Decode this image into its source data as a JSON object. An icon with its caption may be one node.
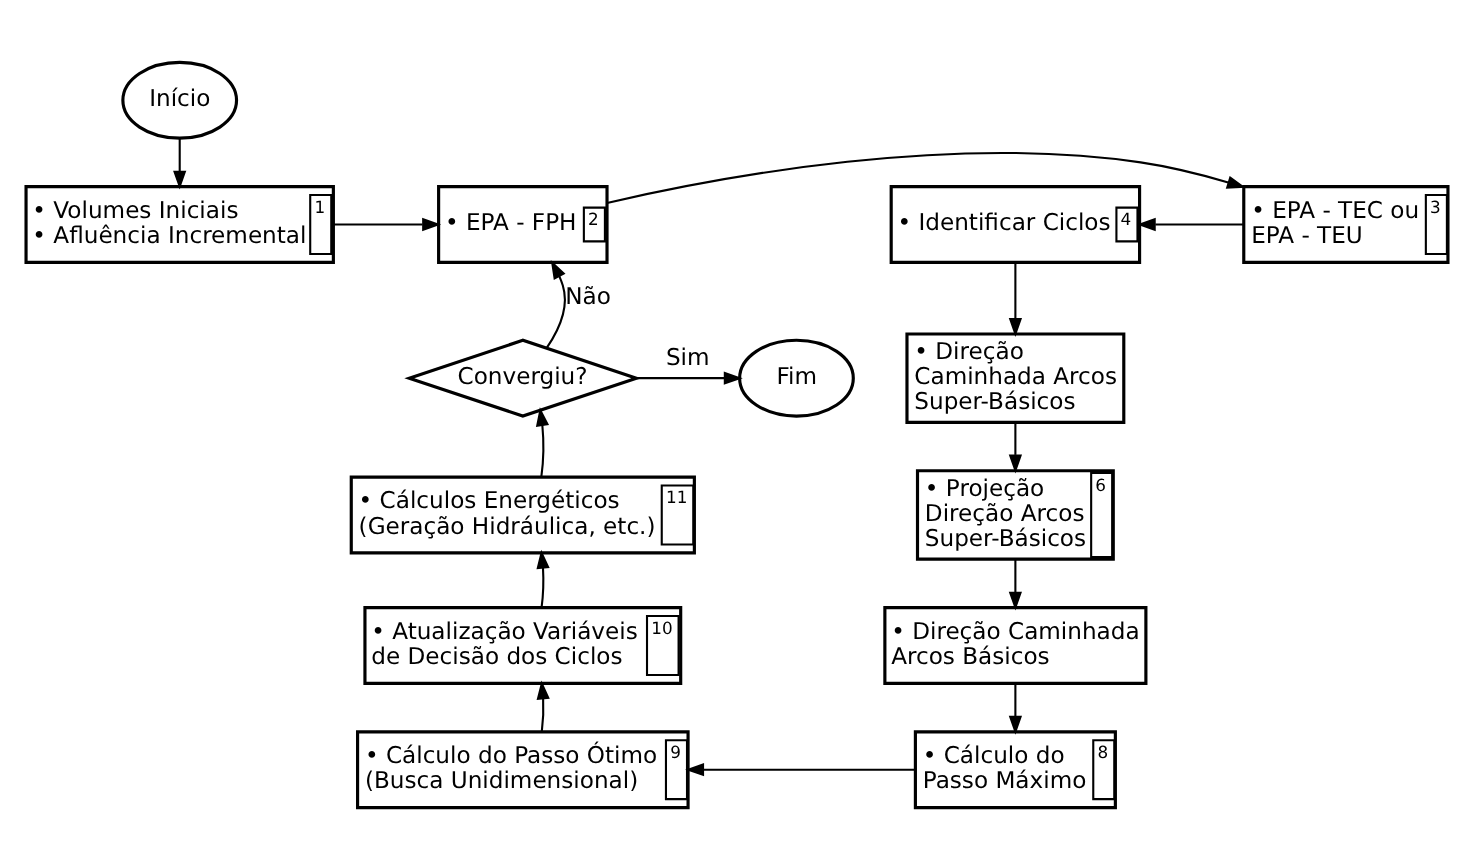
{
  "diagram": {
    "nodes": [
      {
        "text": [
          "Início"
        ]
      },
      {
        "text": [
          "• Volumes Iniciais",
          "• Afluência Incremental",
          "1"
        ]
      },
      {
        "text": [
          "• EPA - FPH",
          "2"
        ]
      },
      {
        "text": [
          "• EPA - TEC ou EPA - TEU",
          "3"
        ]
      },
      {
        "text": [
          "• Identificar Ciclos",
          "4"
        ]
      },
      {
        "text": [
          "• Direção Caminhada Arcos Super-Básicos"
        ]
      },
      {
        "text": [
          "• Projeção Direção Arcos Super-Básicos",
          "6"
        ]
      },
      {
        "text": [
          "• Direção Caminhada Arcos Básicos"
        ]
      },
      {
        "text": [
          "• Cálculo do Passo Máximo",
          "8"
        ]
      },
      {
        "text": [
          "• Cálculo do Passo Ótimo (Busca Unidimensional)",
          "9"
        ]
      },
      {
        "text": [
          "• Atualização Variáveis de Decisão dos Ciclos",
          "10"
        ]
      },
      {
        "text": [
          "• Cálculos Energéticos (Geração Hidráulica, etc.)",
          "11"
        ]
      },
      {
        "text": [
          "Convergiu?"
        ]
      },
      {
        "text": [
          "Fim"
        ]
      }
    ],
    "edges": [
      {
        "from": 0,
        "to": 1,
        "arrow": "to"
      },
      {
        "from": 1,
        "to": 2,
        "arrow": "to"
      },
      {
        "from": 2,
        "to": 3,
        "arrow": "to"
      },
      {
        "from": 3,
        "to": 4,
        "arrow": "to"
      },
      {
        "from": 4,
        "to": 5,
        "arrow": "to"
      },
      {
        "from": 5,
        "to": 6,
        "arrow": "to"
      },
      {
        "from": 6,
        "to": 7,
        "arrow": "to"
      },
      {
        "from": 7,
        "to": 8,
        "arrow": "to"
      },
      {
        "from": 8,
        "to": 9,
        "arrow": "to"
      },
      {
        "from": 9,
        "to": 10,
        "arrow": "to"
      },
      {
        "from": 10,
        "to": 11,
        "arrow": "to"
      },
      {
        "from": 11,
        "to": 12,
        "arrow": "to"
      },
      {
        "from": 12,
        "to": 2,
        "arrow": "to",
        "label": "Não"
      },
      {
        "from": 12,
        "to": 13,
        "arrow": "to",
        "label": "Sim"
      }
    ]
  }
}
